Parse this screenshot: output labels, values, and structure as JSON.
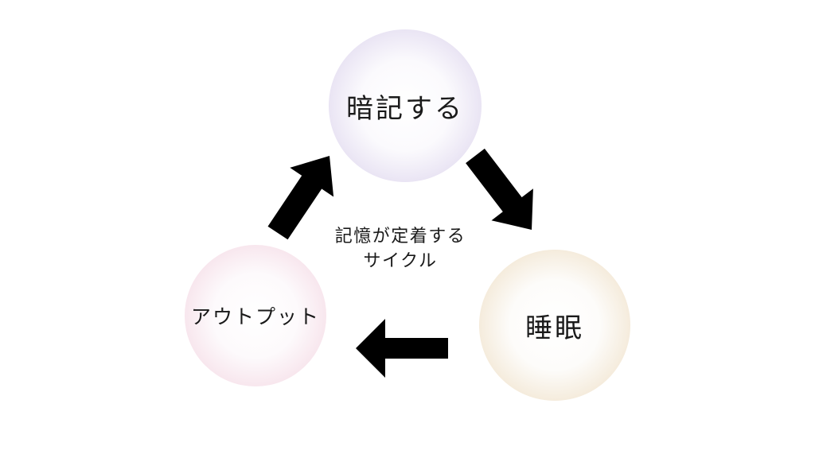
{
  "page": {
    "background_color": "#ffffff",
    "text_color": "#1a1a1a"
  },
  "diagram": {
    "title_caption": {
      "line1": "記憶が定着する",
      "line2": "サイクル"
    },
    "arrow_color": "#000000",
    "nodes": [
      {
        "id": "memorize",
        "label": "暗記する",
        "rim_color": "#b3a5d5",
        "rim_fade": "rgba(179,165,213,0)",
        "grad_inner": "#fbfafd",
        "grad_mid": "#eae5f4",
        "grad_outer": "#c6bbe0"
      },
      {
        "id": "sleep",
        "label": "睡眠",
        "rim_color": "#ddab63",
        "rim_fade": "rgba(221,171,99,0)",
        "grad_inner": "#fdfcfa",
        "grad_mid": "#f5ecdd",
        "grad_outer": "#e8c795"
      },
      {
        "id": "output",
        "label": "アウトプット",
        "rim_color": "#ec96b8",
        "rim_fade": "rgba(236,150,184,0)",
        "grad_inner": "#fdfafc",
        "grad_mid": "#f8e7ee",
        "grad_outer": "#f3bcd1"
      }
    ],
    "arrows": [
      {
        "id": "memorize-to-sleep",
        "from": "暗記する",
        "to": "睡眠",
        "direction": "down-right"
      },
      {
        "id": "sleep-to-output",
        "from": "睡眠",
        "to": "アウトプット",
        "direction": "left"
      },
      {
        "id": "output-to-memorize",
        "from": "アウトプット",
        "to": "暗記する",
        "direction": "up-right"
      }
    ]
  }
}
